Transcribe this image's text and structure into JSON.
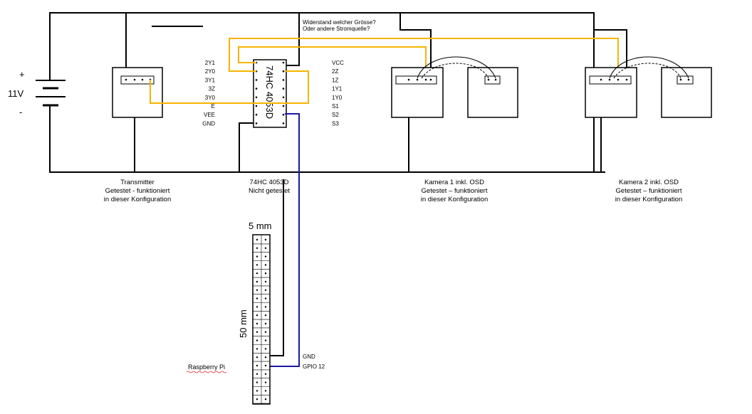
{
  "battery": {
    "plus": "+",
    "voltage": "11V",
    "minus": "-"
  },
  "note": {
    "line1": "Widerstand welcher Grösse?",
    "line2": "Oder andere Stromquelle?"
  },
  "chip": {
    "name": "74HC 4053D",
    "left_pins": [
      "2Y1",
      "2Y0",
      "3Y1",
      "3Z",
      "3Y0",
      "E",
      "VEE",
      "GND"
    ],
    "right_pins": [
      "VCC",
      "2Z",
      "1Z",
      "1Y1",
      "1Y0",
      "S1",
      "S2",
      "S3"
    ]
  },
  "captions": {
    "transmitter": [
      "Transmitter",
      "Getestet - funktioniert",
      "in dieser Konfiguration"
    ],
    "chip": [
      "74HC 4053D",
      "Nicht getestet"
    ],
    "camera1": [
      "Kamera 1 inkl. OSD",
      "Getestet – funktioniert",
      "in dieser Konfiguration"
    ],
    "camera2": [
      "Kamera 2 inkl. OSD",
      "Getestet – funktioniert",
      "in dieser Konfiguration"
    ]
  },
  "raspberry": {
    "label": "Raspberry Pi",
    "dim_width": "5 mm",
    "dim_height": "50 mm",
    "pin_gnd": "GND",
    "pin_gpio": "GPIO 12"
  },
  "colors": {
    "wire": "#000000",
    "yellow_wire": "#f5b400",
    "blue_wire": "#1a1aa8",
    "squiggle": "#e02020"
  }
}
